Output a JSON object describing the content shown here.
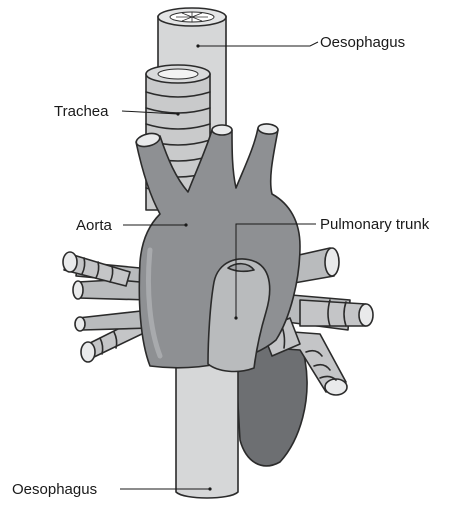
{
  "labels": {
    "oesophagus_top": "Oesophagus",
    "trachea": "Trachea",
    "aorta": "Aorta",
    "pulmonary_trunk": "Pulmonary trunk",
    "oesophagus_bottom": "Oesophagus"
  },
  "colors": {
    "outline": "#2b2b2b",
    "oesophagus": "#d6d7d8",
    "trachea": "#c9cacb",
    "aorta": "#8e9093",
    "pulmonary_trunk": "#b9bbbd",
    "heart_back": "#6d6f72",
    "vessel_cut": "#e9eaeb"
  }
}
